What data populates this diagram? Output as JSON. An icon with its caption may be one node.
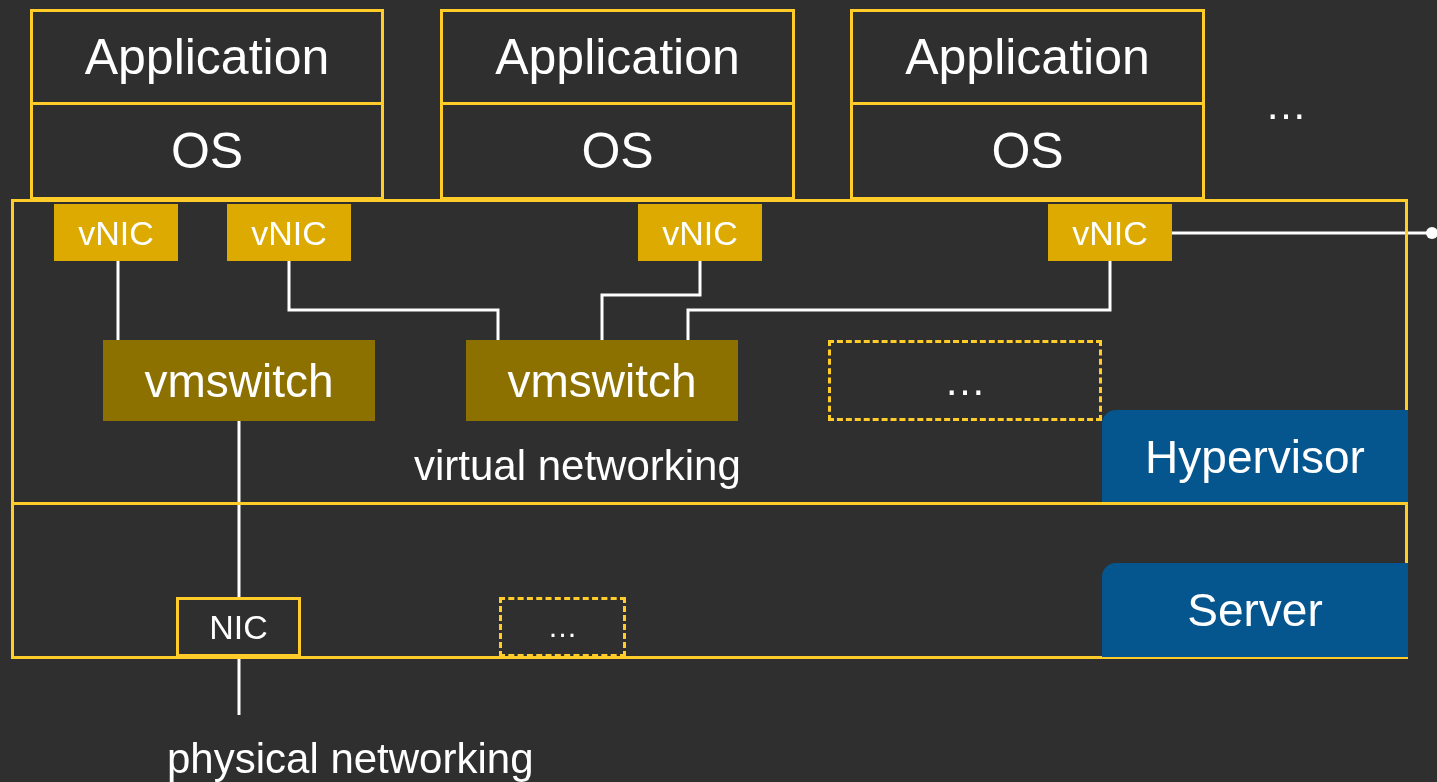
{
  "diagram": {
    "nodes": [
      {
        "text": [
          "Application"
        ]
      },
      {
        "text": [
          "OS"
        ]
      },
      {
        "text": [
          "Application"
        ]
      },
      {
        "text": [
          "OS"
        ]
      },
      {
        "text": [
          "Application"
        ]
      },
      {
        "text": [
          "OS"
        ]
      },
      {
        "text": [],
        "shape": "box"
      },
      {
        "text": [
          "vNIC"
        ],
        "in": 6
      },
      {
        "text": [
          "vNIC"
        ],
        "in": 6
      },
      {
        "text": [
          "vNIC"
        ],
        "in": 6
      },
      {
        "text": [
          "vNIC"
        ],
        "in": 6
      },
      {
        "text": [
          "vmswitch"
        ],
        "in": 6
      },
      {
        "text": [
          "vmswitch"
        ],
        "in": 6
      },
      {
        "text": [
          "…"
        ],
        "in": 6
      },
      {
        "text": [
          "Hypervisor"
        ],
        "in": 6
      },
      {
        "text": [],
        "shape": "box"
      },
      {
        "text": [
          "NIC"
        ],
        "in": 15
      },
      {
        "text": [
          "…"
        ],
        "in": 15
      },
      {
        "text": [
          "Server"
        ],
        "in": 15
      }
    ],
    "edges": [
      {
        "from": 7,
        "to": 11,
        "arrow": "none"
      },
      {
        "from": 8,
        "to": 12,
        "arrow": "none"
      },
      {
        "from": 9,
        "to": 12,
        "arrow": "none"
      },
      {
        "from": 10,
        "to": 12,
        "arrow": "none"
      },
      {
        "from": 11,
        "to": 16,
        "arrow": "none"
      },
      {
        "from": 16,
        "to": null,
        "arrow": "none"
      },
      {
        "from": 10,
        "to": null,
        "arrow": "other"
      }
    ],
    "labels": [
      "…",
      "virtual networking",
      "physical networking"
    ]
  }
}
